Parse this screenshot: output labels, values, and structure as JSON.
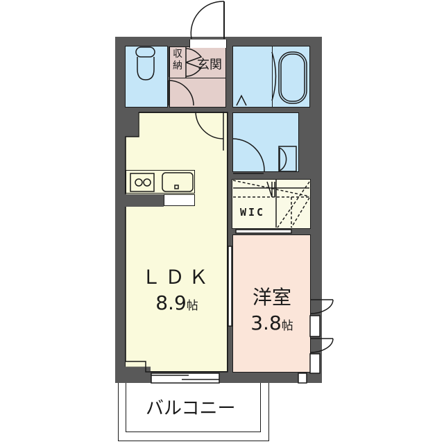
{
  "floorplan": {
    "colors": {
      "wall": "#595959",
      "wet_area": "#c5e6f8",
      "entrance": "#e4cfcb",
      "ldk": "#fafadc",
      "western_room": "#fbe5d9",
      "storage": "#fafae6",
      "outline": "#1a1a1a"
    },
    "rooms": {
      "ldk": {
        "name": "ＬＤＫ",
        "size": "8.9",
        "unit": "帖"
      },
      "western_room": {
        "name": "洋室",
        "size": "3.8",
        "unit": "帖"
      },
      "entrance": {
        "name": "玄関"
      },
      "storage": {
        "name_line1": "収",
        "name_line2": "納"
      },
      "wic": {
        "name": "WIC"
      },
      "balcony": {
        "name": "バルコニー"
      }
    }
  }
}
